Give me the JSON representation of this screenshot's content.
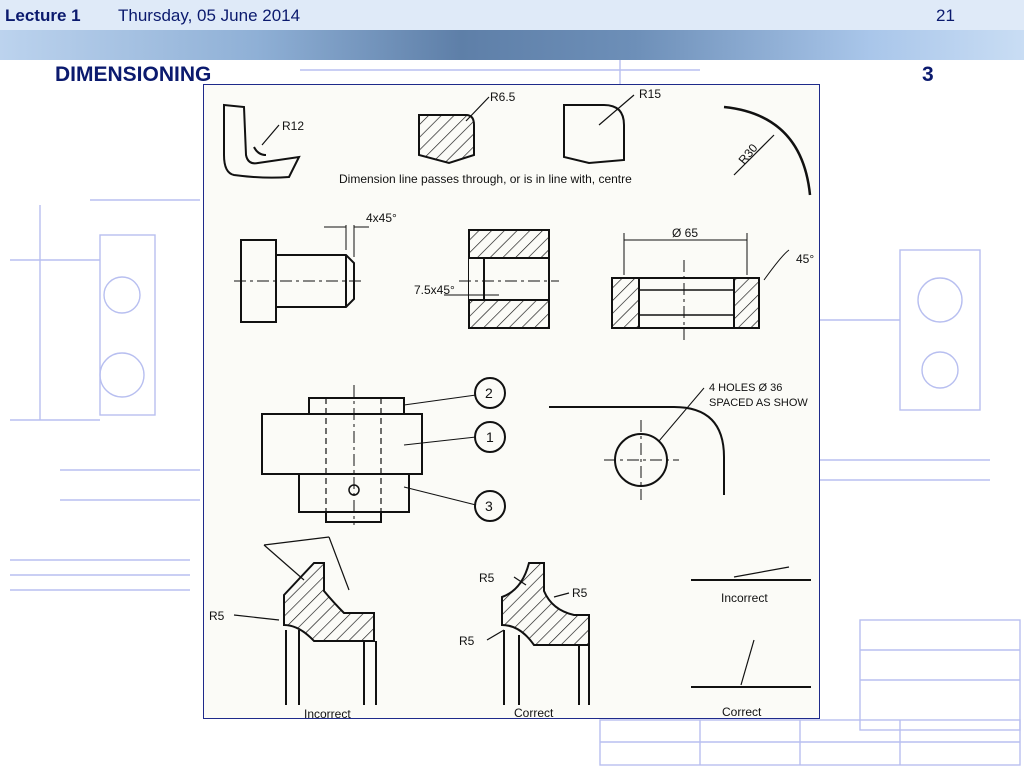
{
  "header": {
    "lecture": "Lecture 1",
    "date": "Thursday, 05 June 2014",
    "page_number": "21"
  },
  "slide": {
    "title": "DIMENSIONING",
    "title_number": "3"
  },
  "figure": {
    "labels": {
      "r12": "R12",
      "r6_5": "R6.5",
      "r15": "R15",
      "r30": "R30",
      "caption": "Dimension line passes through, or is in line with, centre",
      "chamfer_4x45": "4x45°",
      "chamfer_7_5x45": "7.5x45°",
      "dia_65": "Ø 65",
      "angle_45": "45°",
      "holes_line1": "4 HOLES Ø 36",
      "holes_line2": "SPACED AS SHOW",
      "balloon_1": "1",
      "balloon_2": "2",
      "balloon_3": "3",
      "r5_a": "R5",
      "r5_b": "R5",
      "r5_c": "R5",
      "r5_d": "R5",
      "incorrect_left": "Incorrect",
      "correct_middle": "Correct",
      "incorrect_right": "Incorrect",
      "correct_right": "Correct"
    }
  }
}
